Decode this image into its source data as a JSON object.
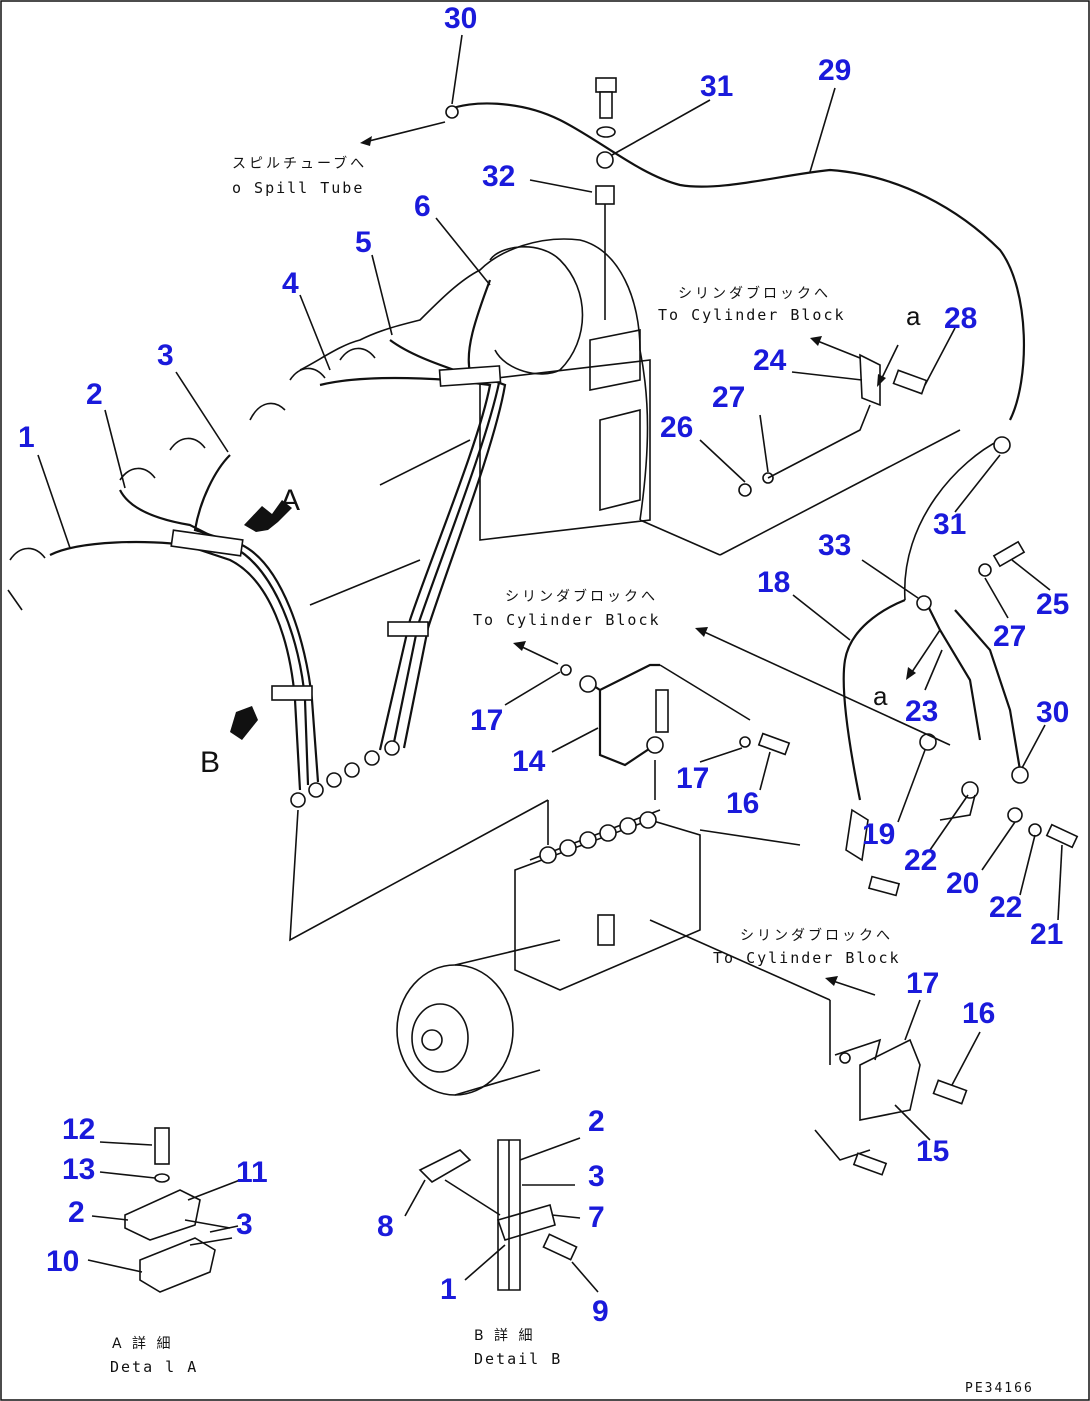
{
  "annotations": {
    "spill_tube_jp": "スピルチューブへ",
    "spill_tube_en": "o Spill Tube",
    "cyl_block_top_jp": "シリンダブロックへ",
    "cyl_block_top_en": "To Cylinder Block",
    "cyl_block_mid_jp": "シリンダブロックへ",
    "cyl_block_mid_en": "To Cylinder Block",
    "cyl_block_low_jp": "シリンダブロックへ",
    "cyl_block_low_en": "To Cylinder Block"
  },
  "view_labels": {
    "A": "A",
    "B": "B",
    "a_top": "a",
    "a_mid": "a"
  },
  "details": {
    "detail_a_jp": "A 詳 細",
    "detail_a_en": "Deta l A",
    "detail_b_jp": "B 詳 細",
    "detail_b_en": "Detail B"
  },
  "drawing_code": "PE34166",
  "part_numbers": {
    "p30_top": "30",
    "p31_top": "31",
    "p29": "29",
    "p32": "32",
    "p6": "6",
    "p5": "5",
    "p4": "4",
    "p3": "3",
    "p2": "2",
    "p1": "1",
    "p28": "28",
    "p24": "24",
    "p27_top": "27",
    "p26": "26",
    "p31_right": "31",
    "p33": "33",
    "p18": "18",
    "p25": "25",
    "p27_right": "27",
    "p30_right": "30",
    "p23": "23",
    "p17_left": "17",
    "p14": "14",
    "p17_mid": "17",
    "p16_mid": "16",
    "p19": "19",
    "p22_a": "22",
    "p20": "20",
    "p22_b": "22",
    "p21": "21",
    "p17_low": "17",
    "p16_low": "16",
    "p15": "15",
    "p12": "12",
    "p13": "13",
    "p11": "11",
    "p2_da": "2",
    "p3_da": "3",
    "p10": "10",
    "p2_db": "2",
    "p3_db": "3",
    "p8": "8",
    "p7": "7",
    "p1_db": "1",
    "p9": "9"
  }
}
